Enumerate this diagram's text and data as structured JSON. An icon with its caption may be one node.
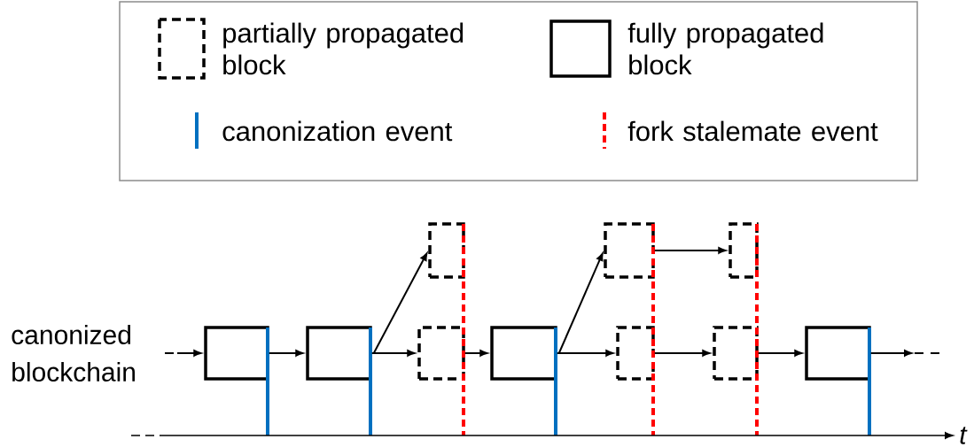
{
  "diagram": {
    "nodes": [
      {
        "text": [],
        "shape": "box"
      },
      {
        "text": [],
        "shape": "box"
      },
      {
        "text": [],
        "shape": "dashed-box"
      },
      {
        "text": [],
        "shape": "dashed-box"
      },
      {
        "text": [],
        "shape": "box"
      },
      {
        "text": [],
        "shape": "dashed-box"
      },
      {
        "text": [],
        "shape": "dashed-box"
      },
      {
        "text": [],
        "shape": "dashed-box"
      },
      {
        "text": [],
        "shape": "dashed-box"
      },
      {
        "text": [],
        "shape": "box"
      }
    ],
    "edges": [
      {
        "from": null,
        "to": 0,
        "arrow": "to"
      },
      {
        "from": 0,
        "to": 1,
        "arrow": "to"
      },
      {
        "from": 1,
        "to": 2,
        "arrow": "to"
      },
      {
        "from": 1,
        "to": 3,
        "arrow": "to"
      },
      {
        "from": 3,
        "to": 4,
        "arrow": "to"
      },
      {
        "from": 4,
        "to": 5,
        "arrow": "to"
      },
      {
        "from": 4,
        "to": 6,
        "arrow": "to"
      },
      {
        "from": 5,
        "to": 7,
        "arrow": "to"
      },
      {
        "from": 6,
        "to": 8,
        "arrow": "to"
      },
      {
        "from": 8,
        "to": 9,
        "arrow": "to"
      },
      {
        "from": 9,
        "to": null,
        "arrow": "to"
      }
    ],
    "labels": [
      "canonized blockchain",
      "t"
    ],
    "legend": [
      {
        "text": "partially propagated block"
      },
      {
        "text": "fully propagated block"
      },
      {
        "text": "canonization event"
      },
      {
        "text": "fork stalemate event"
      }
    ]
  }
}
